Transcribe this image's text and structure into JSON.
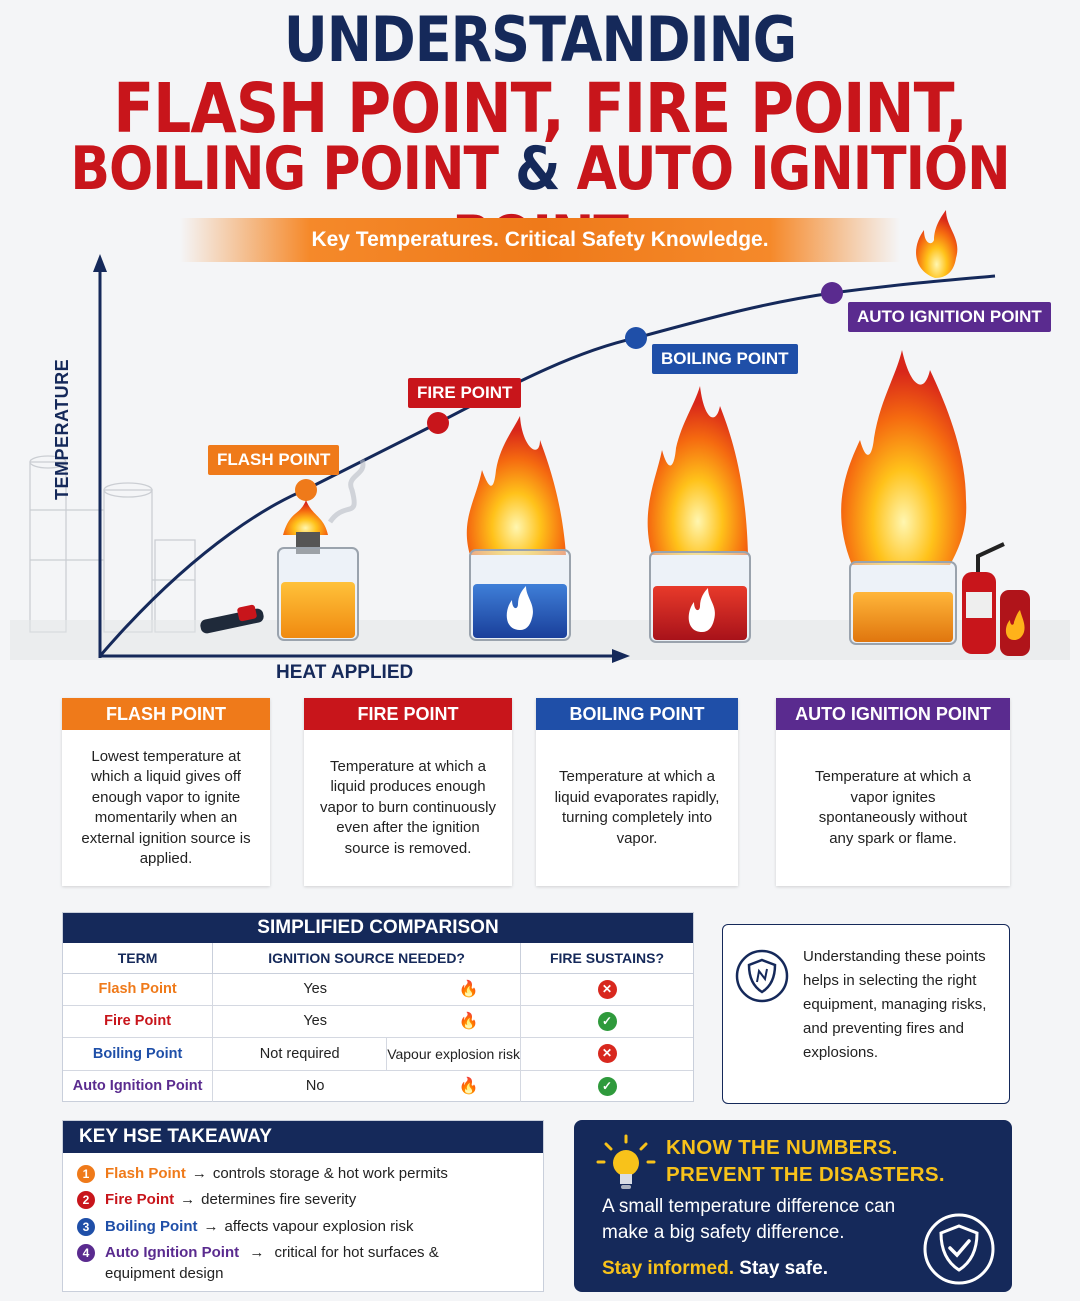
{
  "title": {
    "line1": "UNDERSTANDING",
    "line2": "FLASH POINT, FIRE POINT,",
    "line3_part1": "BOILING POINT",
    "line3_amp": "&",
    "line3_part2": "AUTO IGNITION POINT"
  },
  "subtitle": "Key Temperatures. Critical Safety Knowledge.",
  "chart": {
    "y_axis_label": "TEMPERATURE",
    "x_axis_label": "HEAT APPLIED",
    "points": [
      {
        "label": "FLASH POINT",
        "color": "#ef7a1a"
      },
      {
        "label": "FIRE POINT",
        "color": "#c8151b"
      },
      {
        "label": "BOILING POINT",
        "color": "#1f4fa8"
      },
      {
        "label": "AUTO IGNITION POINT",
        "color": "#5a2b8f"
      }
    ]
  },
  "cards": [
    {
      "title": "FLASH POINT",
      "color": "#ef7a1a",
      "text": "Lowest temperature at which a liquid gives off enough vapor to ignite momentarily when an external ignition source is applied."
    },
    {
      "title": "FIRE POINT",
      "color": "#c8151b",
      "text": "Temperature at which a liquid produces enough vapor to burn continuously even after the ignition source is removed."
    },
    {
      "title": "BOILING POINT",
      "color": "#1f4fa8",
      "text": "Temperature at which a liquid evaporates rapidly, turning completely into vapor."
    },
    {
      "title": "AUTO IGNITION POINT",
      "color": "#5a2b8f",
      "text": "Temperature at which a vapor ignites spontaneously without any spark or flame."
    }
  ],
  "comparison": {
    "title": "SIMPLIFIED COMPARISON",
    "headers": [
      "TERM",
      "IGNITION SOURCE NEEDED?",
      "FIRE SUSTAINS?"
    ],
    "rows": [
      {
        "term": "Flash Point",
        "color": "#ef7a1a",
        "ignition": "Yes",
        "extra": "",
        "sustains": "no"
      },
      {
        "term": "Fire Point",
        "color": "#c8151b",
        "ignition": "Yes",
        "extra": "",
        "sustains": "yes"
      },
      {
        "term": "Boiling Point",
        "color": "#1f4fa8",
        "ignition": "Not required",
        "extra": "Vapour explosion risk",
        "sustains": "no"
      },
      {
        "term": "Auto Ignition Point",
        "color": "#5a2b8f",
        "ignition": "No",
        "extra": "",
        "sustains": "yes"
      }
    ]
  },
  "note": "Understanding these points helps in selecting the right equipment, managing risks, and preventing fires and explosions.",
  "hse": {
    "title": "KEY HSE TAKEAWAY",
    "items": [
      {
        "num": "1",
        "term": "Flash Point",
        "color": "#ef7a1a",
        "text": "controls storage & hot work permits"
      },
      {
        "num": "2",
        "term": "Fire Point",
        "color": "#c8151b",
        "text": "determines fire severity"
      },
      {
        "num": "3",
        "term": "Boiling Point",
        "color": "#1f4fa8",
        "text": "affects vapour explosion risk"
      },
      {
        "num": "4",
        "term": "Auto Ignition Point",
        "color": "#5a2b8f",
        "text": "critical for hot surfaces &",
        "text2": "equipment design"
      }
    ]
  },
  "know": {
    "heading1": "KNOW THE NUMBERS.",
    "heading2": "PREVENT THE DISASTERS.",
    "line1": "A small temperature difference can",
    "line2": "make a big safety difference.",
    "stay1": "Stay informed.",
    "stay2": "Stay safe."
  },
  "colors": {
    "navy": "#15295a",
    "red": "#c8151b",
    "orange": "#ef7a1a",
    "blue": "#1f4fa8",
    "purple": "#5a2b8f",
    "green": "#2f9a3c"
  }
}
